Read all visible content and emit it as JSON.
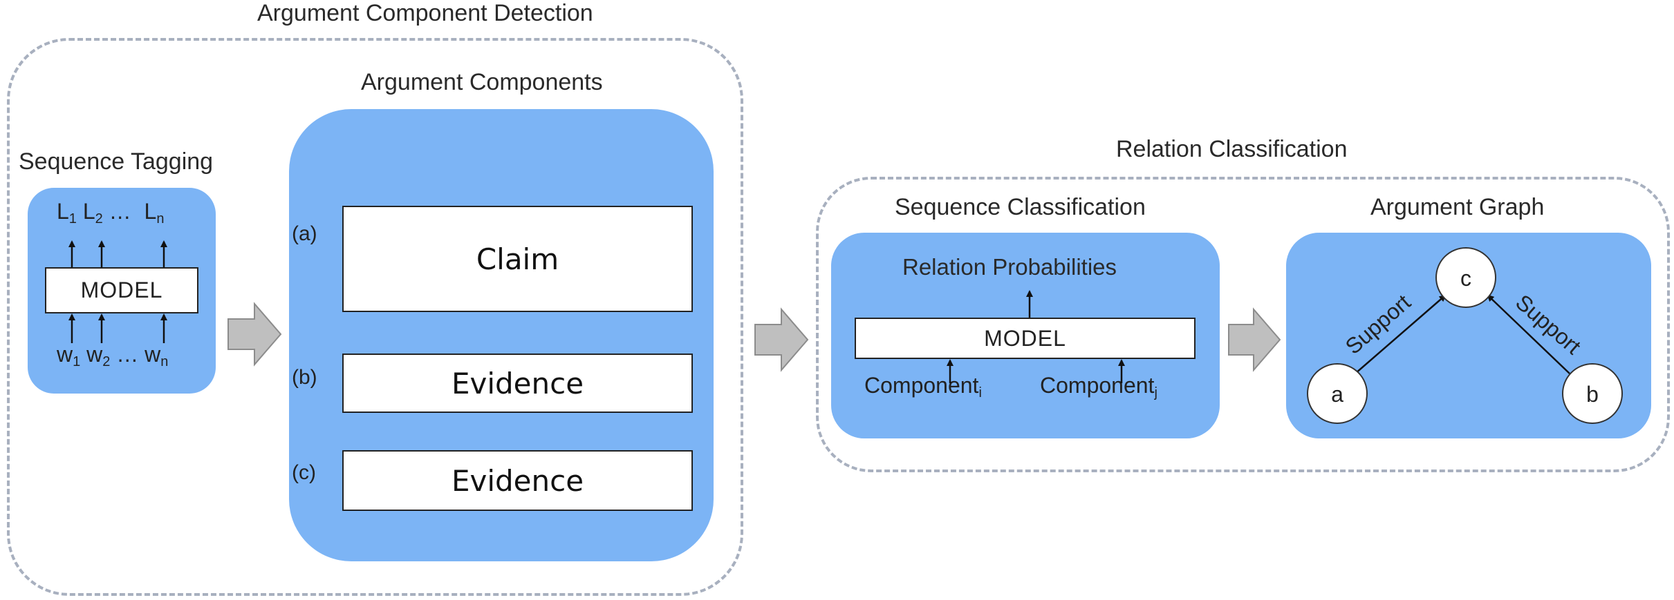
{
  "acd": {
    "title": "Argument Component Detection",
    "seq_tagging": {
      "title": "Sequence Tagging",
      "labels": [
        "L",
        "1",
        "L",
        "2",
        "…",
        "L",
        "n"
      ],
      "model": "MODEL",
      "words": [
        "w",
        "1",
        "w",
        "2",
        "…",
        "w",
        "n"
      ]
    },
    "components": {
      "title": "Argument Components",
      "items": [
        {
          "tag": "(a)",
          "label": "Claim"
        },
        {
          "tag": "(b)",
          "label": "Evidence"
        },
        {
          "tag": "(c)",
          "label": "Evidence"
        }
      ]
    }
  },
  "rc": {
    "title": "Relation Classification",
    "seq_class": {
      "title": "Sequence Classification",
      "output": "Relation Probabilities",
      "model": "MODEL",
      "inputs": [
        {
          "name": "Component",
          "sub": "i"
        },
        {
          "name": "Component",
          "sub": "j"
        }
      ]
    },
    "graph": {
      "title": "Argument Graph",
      "nodes": [
        "c",
        "a",
        "b"
      ],
      "edge_labels": [
        "Support",
        "Support"
      ]
    }
  },
  "colors": {
    "panel_blue": "#7cb4f5",
    "dashed_border": "#a8b0bf",
    "arrow_fill": "#bfbfbf"
  }
}
